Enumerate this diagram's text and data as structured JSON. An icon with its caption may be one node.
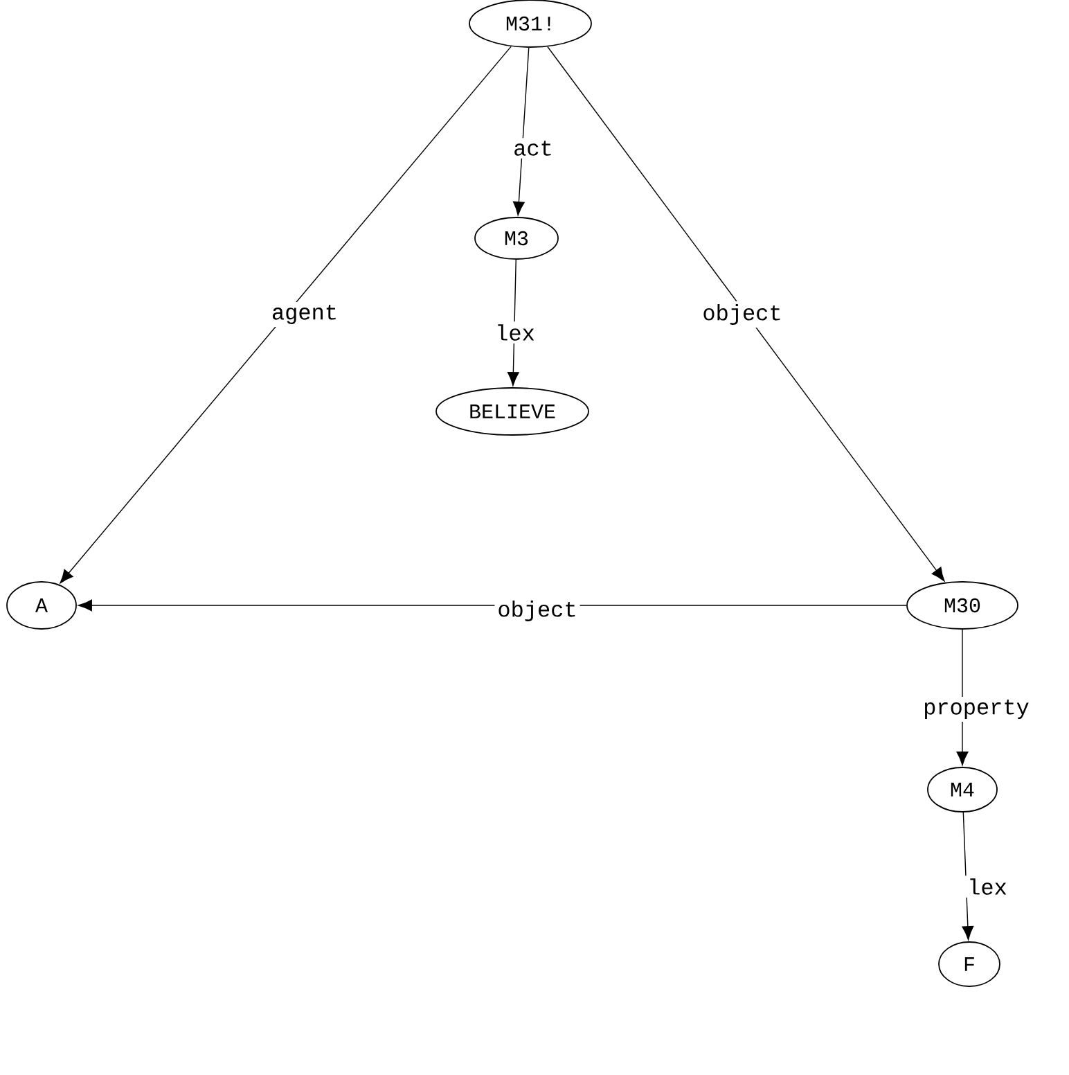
{
  "diagram": {
    "nodes": [
      {
        "text": [
          "M31!"
        ]
      },
      {
        "text": [
          "M3"
        ]
      },
      {
        "text": [
          "BELIEVE"
        ]
      },
      {
        "text": [
          "A"
        ]
      },
      {
        "text": [
          "M30"
        ]
      },
      {
        "text": [
          "M4"
        ]
      },
      {
        "text": [
          "F"
        ]
      }
    ],
    "edges": [
      {
        "from": 0,
        "to": 1,
        "arrow": "to",
        "label": "act"
      },
      {
        "from": 1,
        "to": 2,
        "arrow": "to",
        "label": "lex"
      },
      {
        "from": 0,
        "to": 3,
        "arrow": "to",
        "label": "agent"
      },
      {
        "from": 0,
        "to": 4,
        "arrow": "to",
        "label": "object"
      },
      {
        "from": 4,
        "to": 3,
        "arrow": "to",
        "label": "object"
      },
      {
        "from": 4,
        "to": 5,
        "arrow": "to",
        "label": "property"
      },
      {
        "from": 5,
        "to": 6,
        "arrow": "to",
        "label": "lex"
      }
    ]
  }
}
